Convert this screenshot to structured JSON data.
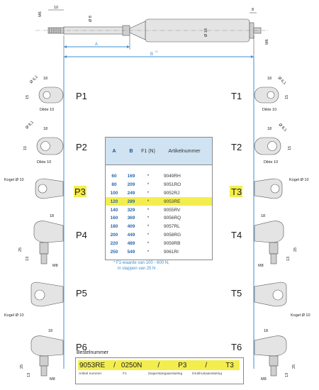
{
  "top_drawing": {
    "dims": {
      "m6_left": "M6",
      "len_10": "10",
      "dia_8": "Ø 8",
      "dia_18": "Ø 18",
      "len_8": "8",
      "m6_right": "M6",
      "a": "A",
      "b": "B",
      "b_tol": "+2"
    }
  },
  "left_fittings": [
    {
      "code": "P1",
      "dims": [
        "18",
        "Ø 6,1",
        "15",
        "Dikte 10"
      ]
    },
    {
      "code": "P2",
      "dims": [
        "18",
        "Ø 8,1",
        "15",
        "Dikte 10"
      ]
    },
    {
      "code": "P3",
      "dims": [
        "Kogel Ø 10"
      ],
      "highlight": true
    },
    {
      "code": "P4",
      "dims": [
        "18",
        "25",
        "M8",
        "13"
      ]
    },
    {
      "code": "P5",
      "dims": [
        "Kogel Ø 10"
      ]
    },
    {
      "code": "P6",
      "dims": [
        "18",
        "25",
        "M8",
        "13"
      ]
    }
  ],
  "right_fittings": [
    {
      "code": "T1",
      "dims": [
        "18",
        "Ø 6,1",
        "15",
        "Dikte 10"
      ]
    },
    {
      "code": "T2",
      "dims": [
        "18",
        "Ø 8,1",
        "15",
        "Dikte 10"
      ]
    },
    {
      "code": "T3",
      "dims": [
        "Kogel Ø 10"
      ],
      "highlight": true
    },
    {
      "code": "T4",
      "dims": [
        "18",
        "25",
        "M8",
        "13"
      ]
    },
    {
      "code": "T5",
      "dims": [
        "Kogel Ø 10"
      ]
    },
    {
      "code": "T6",
      "dims": [
        "18",
        "25",
        "M8",
        "13"
      ]
    }
  ],
  "table": {
    "headers": {
      "a": "A",
      "b": "B",
      "f": "F1 (N)",
      "article": "Artikelnummer"
    },
    "rows": [
      {
        "a": "60",
        "b": "169",
        "f": "*",
        "article": "9049RH",
        "highlight": false
      },
      {
        "a": "80",
        "b": "209",
        "f": "*",
        "article": "9051RO",
        "highlight": false
      },
      {
        "a": "100",
        "b": "249",
        "f": "*",
        "article": "9052RJ",
        "highlight": false
      },
      {
        "a": "120",
        "b": "289",
        "f": "*",
        "article": "9053RE",
        "highlight": true
      },
      {
        "a": "140",
        "b": "329",
        "f": "*",
        "article": "9055RV",
        "highlight": false
      },
      {
        "a": "160",
        "b": "369",
        "f": "*",
        "article": "9056RQ",
        "highlight": false
      },
      {
        "a": "180",
        "b": "409",
        "f": "*",
        "article": "9057RL",
        "highlight": false
      },
      {
        "a": "200",
        "b": "449",
        "f": "*",
        "article": "9058RG",
        "highlight": false
      },
      {
        "a": "220",
        "b": "489",
        "f": "*",
        "article": "9059RB",
        "highlight": false
      },
      {
        "a": "250",
        "b": "549",
        "f": "*",
        "article": "9061RI",
        "highlight": false
      }
    ],
    "note_line1": "* F1-waarde van 100 - 600 N,",
    "note_line2": "in stappen van 25 N"
  },
  "order": {
    "title": "Bestelnummer",
    "article": "9053RE",
    "sep1": "/",
    "force": "0250N",
    "sep2": "/",
    "rod_end": "P3",
    "sep3": "/",
    "housing_end": "T3",
    "labels": {
      "article": "Artikel nummer",
      "force": "F1",
      "rod_end": "Zuigerstangaansluiting",
      "housing_end": "Drukhuisaansluiting"
    }
  },
  "colors": {
    "accent_blue": "#3f8fd2",
    "table_header": "#cfe3f2",
    "highlight": "#f3ee4e"
  }
}
